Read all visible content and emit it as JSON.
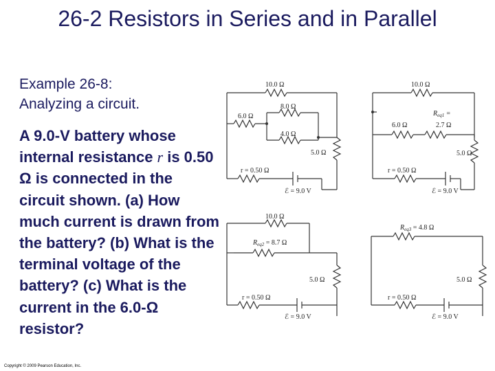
{
  "title": "26-2 Resistors in Series and in Parallel",
  "example_line1": "Example 26-8:",
  "example_line2": "Analyzing a circuit.",
  "problem": {
    "part1": "A 9.0-V battery whose internal resistance ",
    "var": "r",
    "part2": " is 0.50 Ω is connected in the circuit shown. (a) How much current is drawn from the battery? (b) What is the terminal voltage of the battery? (c) What is the current in the 6.0-Ω resistor?"
  },
  "copyright": "Copyright © 2009 Pearson Education, Inc.",
  "circuits": {
    "a": {
      "r10": "10.0 Ω",
      "r8": "8.0 Ω",
      "r6": "6.0 Ω",
      "r4": "4.0 Ω",
      "r5": "5.0 Ω",
      "rint": "r = 0.50 Ω",
      "emf": "ℰ = 9.0 V"
    },
    "b": {
      "r10": "10.0 Ω",
      "req1_label": "R",
      "req1_sub": "eq1",
      "req1_eq": " =",
      "req1_val": "2.7 Ω",
      "r6": "6.0 Ω",
      "r5": "5.0 Ω",
      "rint": "r = 0.50 Ω",
      "emf": "ℰ = 9.0 V"
    },
    "c": {
      "r10": "10.0 Ω",
      "req2_label": "R",
      "req2_sub": "eq2",
      "req2_val": " = 8.7 Ω",
      "r5": "5.0 Ω",
      "rint": "r = 0.50 Ω",
      "emf": "ℰ = 9.0 V"
    },
    "d": {
      "req3_label": "R",
      "req3_sub": "eq3",
      "req3_val": " = 4.8 Ω",
      "r5": "5.0 Ω",
      "rint": "r = 0.50 Ω",
      "emf": "ℰ = 9.0 V"
    }
  }
}
